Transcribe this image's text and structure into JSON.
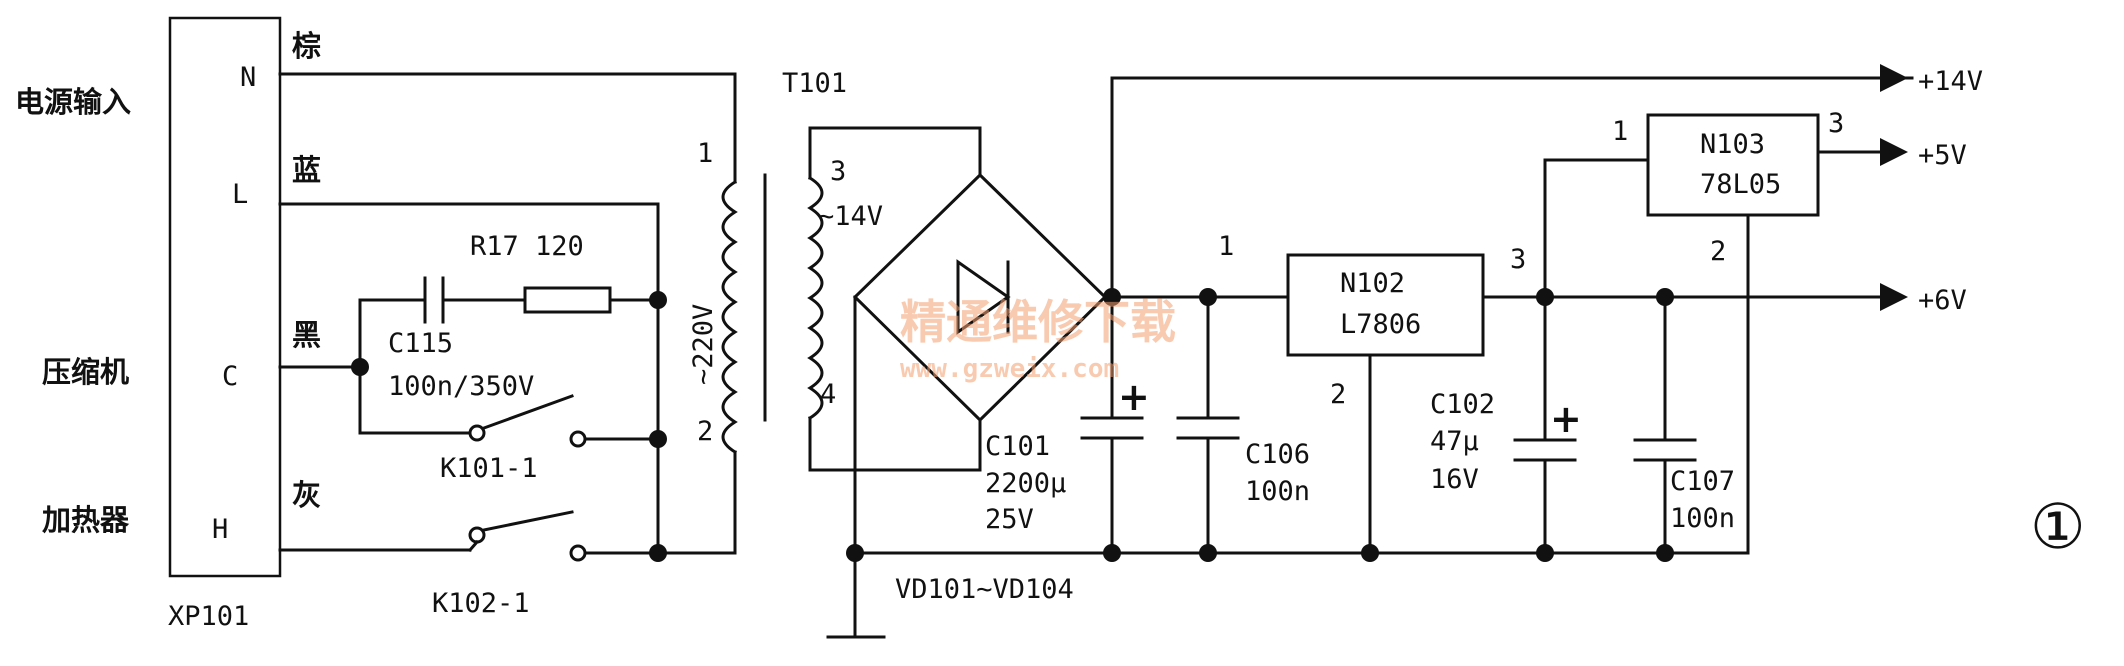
{
  "connector": {
    "ref": "XP101",
    "pins": [
      "N",
      "L",
      "C",
      "H"
    ],
    "side_labels": {
      "power_input": "电源输入",
      "compressor": "压缩机",
      "heater": "加热器"
    },
    "wire_colors": {
      "N": "棕",
      "L": "蓝",
      "C": "黑",
      "H": "灰"
    }
  },
  "snubber": {
    "resistor": "R17 120",
    "capacitor_ref": "C115",
    "capacitor_val": "100n/350V"
  },
  "relays": {
    "compressor": "K101-1",
    "heater": "K102-1"
  },
  "transformer": {
    "ref": "T101",
    "primary": "~220V",
    "secondary": "~14V",
    "pins": {
      "p1": "1",
      "p2": "2",
      "s3": "3",
      "s4": "4"
    }
  },
  "bridge": {
    "ref": "VD101~VD104"
  },
  "c101": {
    "ref": "C101",
    "val": "2200μ",
    "volt": "25V",
    "plus": "+"
  },
  "c106": {
    "ref": "C106",
    "val": "100n"
  },
  "n102": {
    "ref": "N102",
    "part": "L7806",
    "pin1": "1",
    "pin2": "2",
    "pin3": "3"
  },
  "c102": {
    "ref": "C102",
    "val": "47μ",
    "volt": "16V",
    "plus": "+"
  },
  "c107": {
    "ref": "C107",
    "val": "100n"
  },
  "n103": {
    "ref": "N103",
    "part": "78L05",
    "pin1": "1",
    "pin2": "2",
    "pin3": "3"
  },
  "outputs": {
    "v14": "+14V",
    "v5": "+5V",
    "v6": "+6V"
  },
  "watermark": {
    "cn": "精通维修下载",
    "url": "www.gzweix.com"
  },
  "figure_number": "①"
}
